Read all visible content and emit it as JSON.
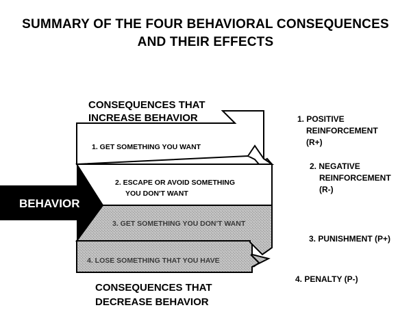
{
  "title": {
    "line1": "SUMMARY OF THE FOUR BEHAVIORAL CONSEQUENCES",
    "line2": "AND THEIR EFFECTS"
  },
  "center": {
    "label": "BEHAVIOR"
  },
  "groups": {
    "increase": {
      "line1": "CONSEQUENCES THAT",
      "line2": "INCREASE BEHAVIOR"
    },
    "decrease": {
      "line1": "CONSEQUENCES THAT",
      "line2": "DECREASE BEHAVIOR"
    }
  },
  "arrows": [
    {
      "line1": "1. GET SOMETHING YOU WANT",
      "line2": ""
    },
    {
      "line1": "2. ESCAPE OR AVOID SOMETHING",
      "line2": "YOU DON'T WANT"
    },
    {
      "line1": "3. GET SOMETHING YOU DON'T WANT",
      "line2": ""
    },
    {
      "line1": "4. LOSE SOMETHING THAT YOU HAVE",
      "line2": ""
    }
  ],
  "labels": [
    {
      "line1": "1. POSITIVE",
      "line2": "REINFORCEMENT",
      "line3": "(R+)"
    },
    {
      "line1": "2. NEGATIVE",
      "line2": "REINFORCEMENT",
      "line3": "(R-)"
    },
    {
      "line1": "3. PUNISHMENT (P+)",
      "line2": "",
      "line3": ""
    },
    {
      "line1": "4. PENALTY (P-)",
      "line2": "",
      "line3": ""
    }
  ],
  "colors": {
    "ink": "#000000",
    "paper": "#ffffff",
    "shade": "#bdbdbd"
  }
}
